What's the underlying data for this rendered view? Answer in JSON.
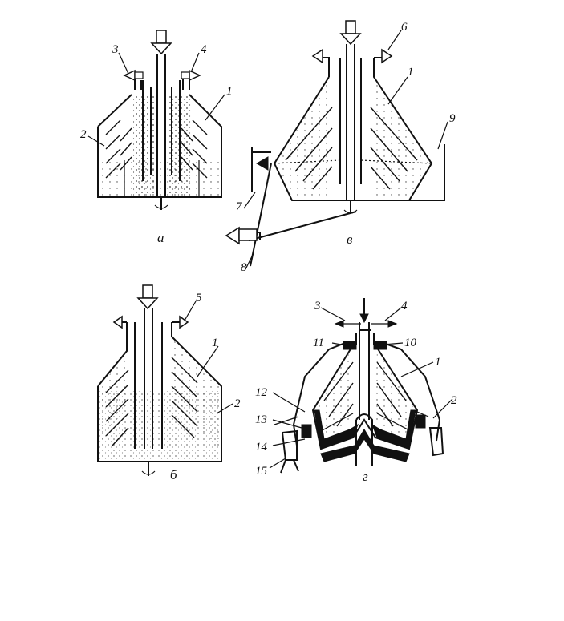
{
  "diagram": {
    "panels": [
      {
        "id": "a",
        "caption": "а",
        "labels": [
          "1",
          "2",
          "3",
          "4"
        ]
      },
      {
        "id": "b",
        "caption": "б",
        "labels": [
          "1",
          "2",
          "5"
        ]
      },
      {
        "id": "v",
        "caption": "в",
        "labels": [
          "1",
          "6",
          "7",
          "8",
          "9"
        ]
      },
      {
        "id": "g",
        "caption": "г",
        "labels": [
          "1",
          "2",
          "3",
          "4",
          "10",
          "11",
          "12",
          "13",
          "14",
          "15"
        ]
      }
    ]
  }
}
